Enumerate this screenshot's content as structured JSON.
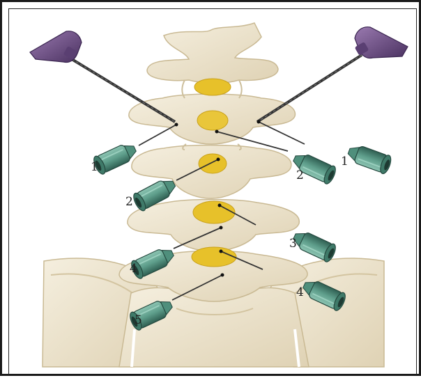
{
  "labels": {
    "l1_left": "1",
    "l1_right": "1",
    "l2_upper": "2",
    "l2_lower": "2",
    "l3": "3",
    "l4_left": "4",
    "l4_right": "4",
    "l5": "5"
  },
  "colors": {
    "bone": "#eee5cf",
    "bone_shadow": "#d9ccaf",
    "disc": "#e7c12a",
    "needle_hub": "#5f9f8c",
    "needle_hub_dark": "#2f5f52",
    "shaft": "#333333",
    "probe": "#7b5a8e",
    "probe_dark": "#4a3160"
  },
  "icons": {
    "probe": "rf-probe-icon",
    "needle": "spinal-needle-icon"
  }
}
